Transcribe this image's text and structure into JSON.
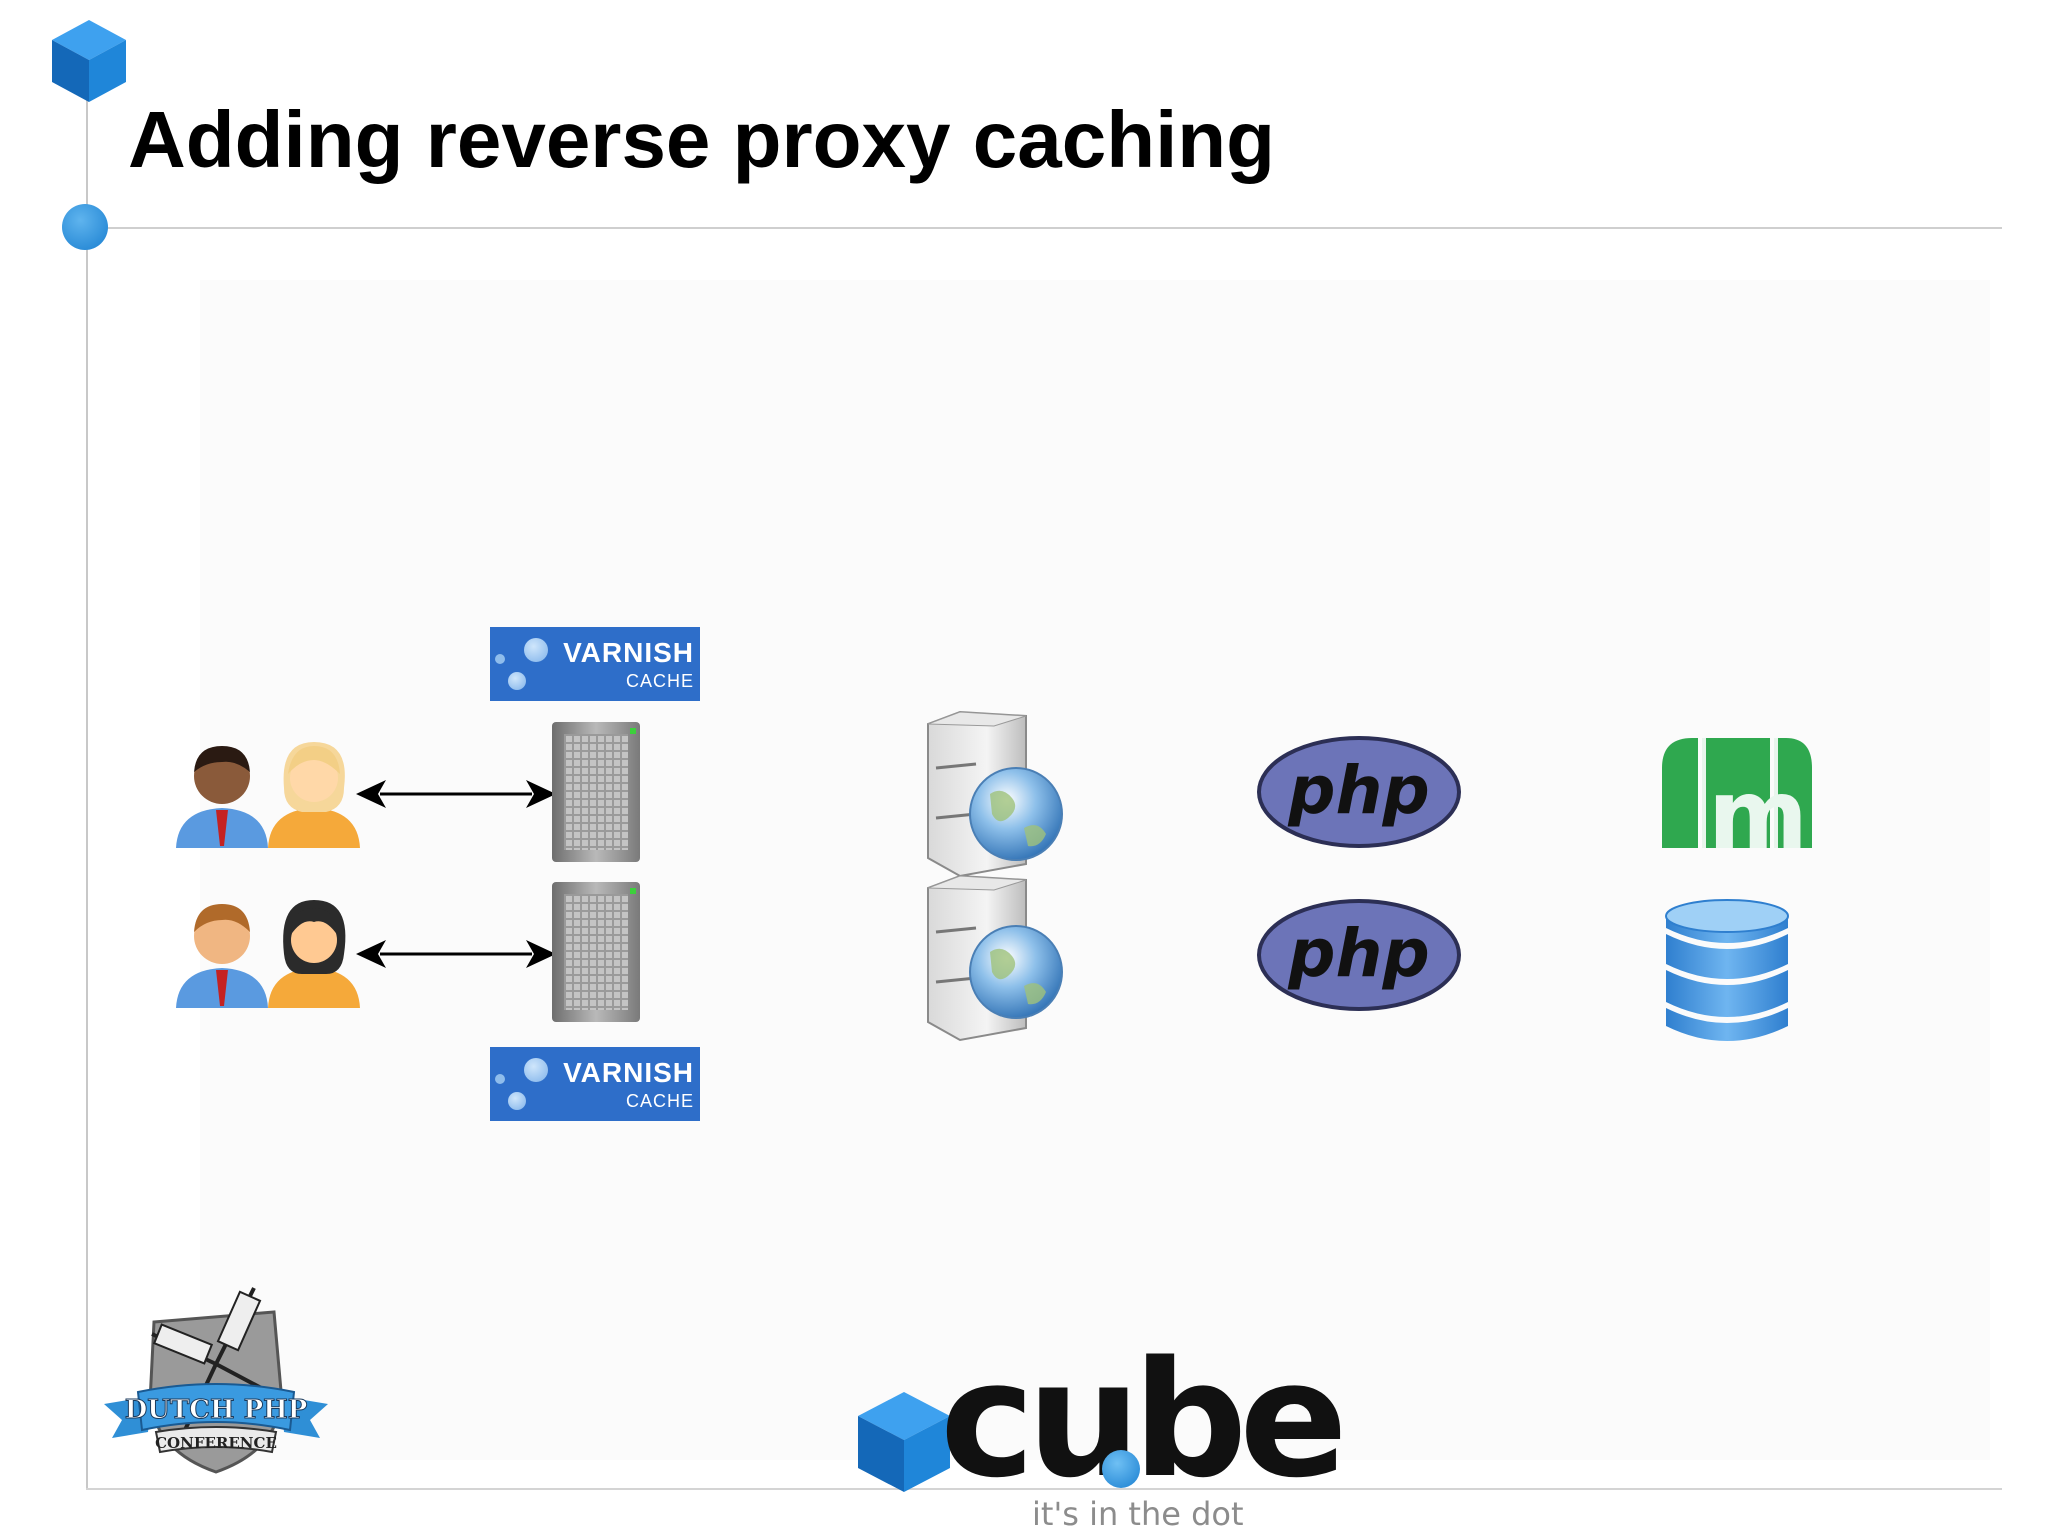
{
  "slide": {
    "title": "Adding reverse proxy caching"
  },
  "diagram": {
    "clients": [
      {
        "label": "user-pair-top"
      },
      {
        "label": "user-pair-bottom"
      }
    ],
    "varnish_badge": {
      "title": "VARNISH",
      "subtitle": "CACHE"
    },
    "php_logo_text": "php",
    "memcache_logo_letter": "m"
  },
  "footer": {
    "conference_logo_line1": "DUTCH PHP",
    "conference_logo_line2": "CONFERENCE",
    "brand_name": "cube",
    "brand_tagline": "it's in the dot"
  },
  "colors": {
    "accent_blue": "#1a7fd0",
    "varnish_blue": "#2e6ec9",
    "php_purple": "#6c74b8",
    "memcache_green": "#2fa84f",
    "db_blue": "#3a8fd9"
  }
}
